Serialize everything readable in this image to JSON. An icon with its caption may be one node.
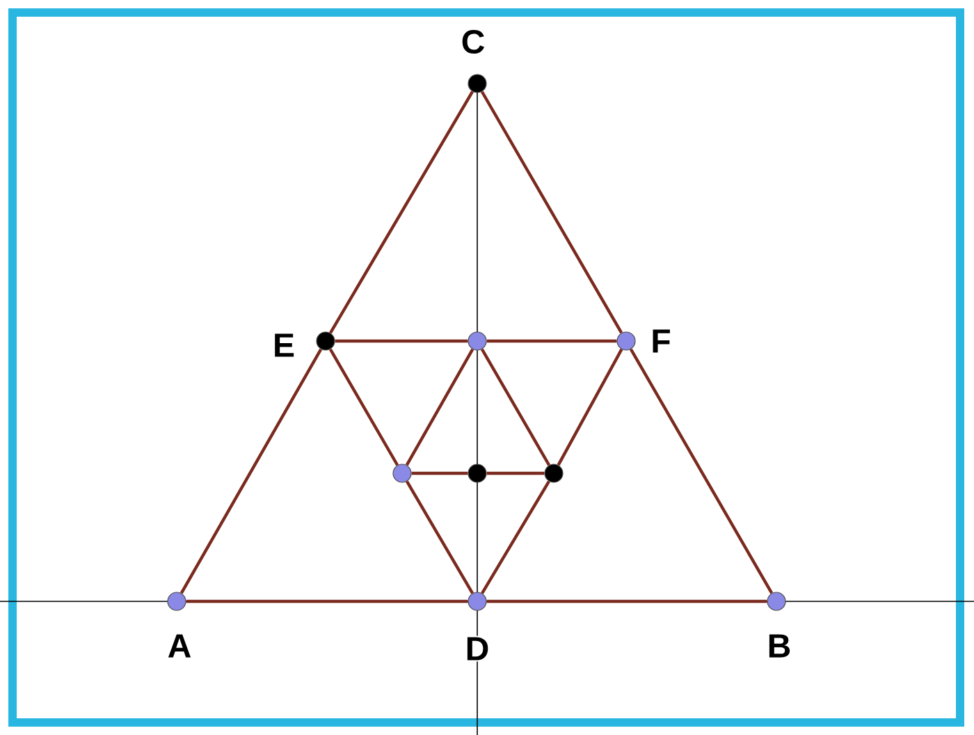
{
  "diagram": {
    "nodes": [
      {
        "text": [],
        "shape": "circle",
        "beside": [
          "C"
        ]
      },
      {
        "text": [],
        "shape": "circle",
        "beside": [
          "E"
        ]
      },
      {
        "text": [],
        "shape": "circle"
      },
      {
        "text": [],
        "shape": "circle",
        "beside": [
          "F"
        ]
      },
      {
        "text": [],
        "shape": "circle"
      },
      {
        "text": [],
        "shape": "circle"
      },
      {
        "text": [],
        "shape": "circle"
      },
      {
        "text": [],
        "shape": "circle",
        "beside": [
          "A"
        ]
      },
      {
        "text": [],
        "shape": "circle",
        "beside": [
          "D"
        ]
      },
      {
        "text": [],
        "shape": "circle",
        "beside": [
          "B"
        ]
      }
    ],
    "edges": [
      {
        "from": 7,
        "to": 1,
        "arrow": "none"
      },
      {
        "from": 1,
        "to": 0,
        "arrow": "none"
      },
      {
        "from": 0,
        "to": 3,
        "arrow": "none"
      },
      {
        "from": 3,
        "to": 9,
        "arrow": "none"
      },
      {
        "from": 7,
        "to": 8,
        "arrow": "none"
      },
      {
        "from": 8,
        "to": 9,
        "arrow": "none"
      },
      {
        "from": 1,
        "to": 2,
        "arrow": "none"
      },
      {
        "from": 2,
        "to": 3,
        "arrow": "none"
      },
      {
        "from": 1,
        "to": 4,
        "arrow": "none"
      },
      {
        "from": 4,
        "to": 8,
        "arrow": "none"
      },
      {
        "from": 3,
        "to": 6,
        "arrow": "none"
      },
      {
        "from": 6,
        "to": 8,
        "arrow": "none"
      },
      {
        "from": 2,
        "to": 4,
        "arrow": "none"
      },
      {
        "from": 2,
        "to": 6,
        "arrow": "none"
      },
      {
        "from": 4,
        "to": 5,
        "arrow": "none"
      },
      {
        "from": 5,
        "to": 6,
        "arrow": "none"
      }
    ]
  }
}
